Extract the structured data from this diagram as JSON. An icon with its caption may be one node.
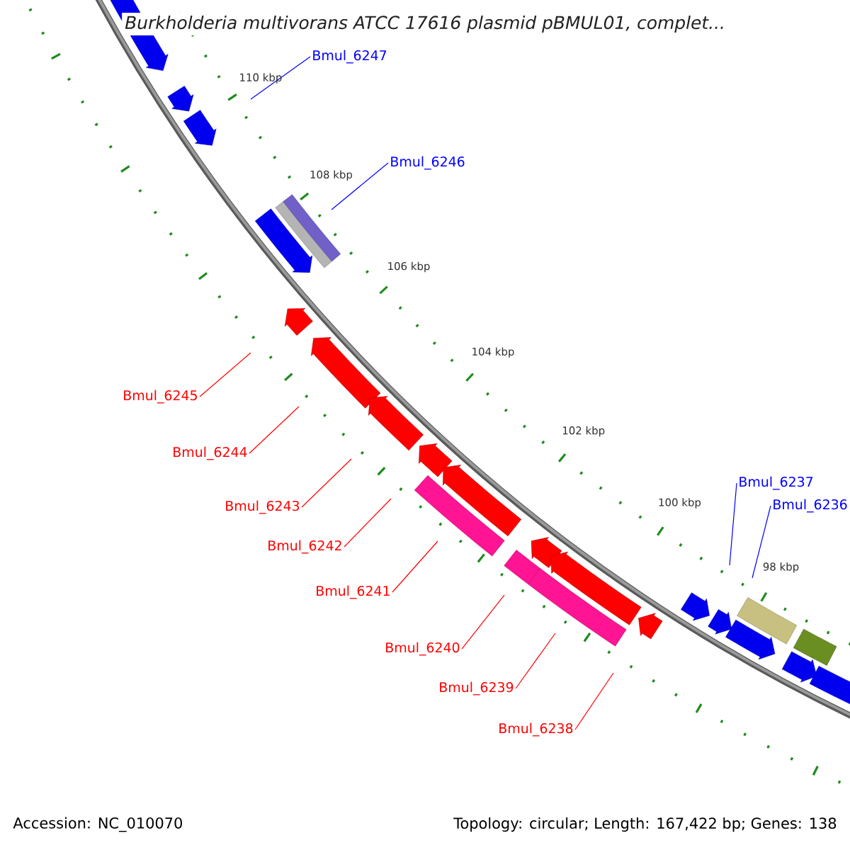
{
  "diagram": {
    "title": "Burkholderia multivorans ATCC 17616 plasmid pBMUL01, complet...",
    "nodes": [
      {
        "text": [
          "Bmul_6247"
        ]
      },
      {
        "text": [
          "Bmul_6246"
        ]
      },
      {
        "text": [
          "Bmul_6245"
        ]
      },
      {
        "text": [
          "Bmul_6244"
        ]
      },
      {
        "text": [
          "Bmul_6243"
        ]
      },
      {
        "text": [
          "Bmul_6242"
        ]
      },
      {
        "text": [
          "Bmul_6241"
        ]
      },
      {
        "text": [
          "Bmul_6240"
        ]
      },
      {
        "text": [
          "Bmul_6239"
        ]
      },
      {
        "text": [
          "Bmul_6238"
        ]
      },
      {
        "text": [
          "Bmul_6237"
        ]
      },
      {
        "text": [
          "Bmul_6236"
        ]
      }
    ],
    "edges": [
      {
        "from": 0,
        "to": null,
        "arrow": "none",
        "color": "#0000ff"
      },
      {
        "from": 1,
        "to": null,
        "arrow": "none",
        "color": "#0000ff"
      },
      {
        "from": 2,
        "to": null,
        "arrow": "none"
      },
      {
        "from": 3,
        "to": null,
        "arrow": "none"
      },
      {
        "from": 4,
        "to": null,
        "arrow": "none"
      },
      {
        "from": 5,
        "to": null,
        "arrow": "none"
      },
      {
        "from": 6,
        "to": null,
        "arrow": "none"
      },
      {
        "from": 7,
        "to": null,
        "arrow": "none"
      },
      {
        "from": 8,
        "to": null,
        "arrow": "none"
      },
      {
        "from": 9,
        "to": null,
        "arrow": "none"
      },
      {
        "from": 10,
        "to": null,
        "arrow": "none",
        "color": "#0000ff"
      },
      {
        "from": 11,
        "to": null,
        "arrow": "none",
        "color": "#0000ff"
      }
    ],
    "labels": [
      "110 kbp",
      "108 kbp",
      "106 kbp",
      "104 kbp",
      "102 kbp",
      "100 kbp",
      "98 kbp",
      "Accession: NC_010070",
      "Topology: circular; Length: 167,422 bp; Genes: 138"
    ]
  }
}
